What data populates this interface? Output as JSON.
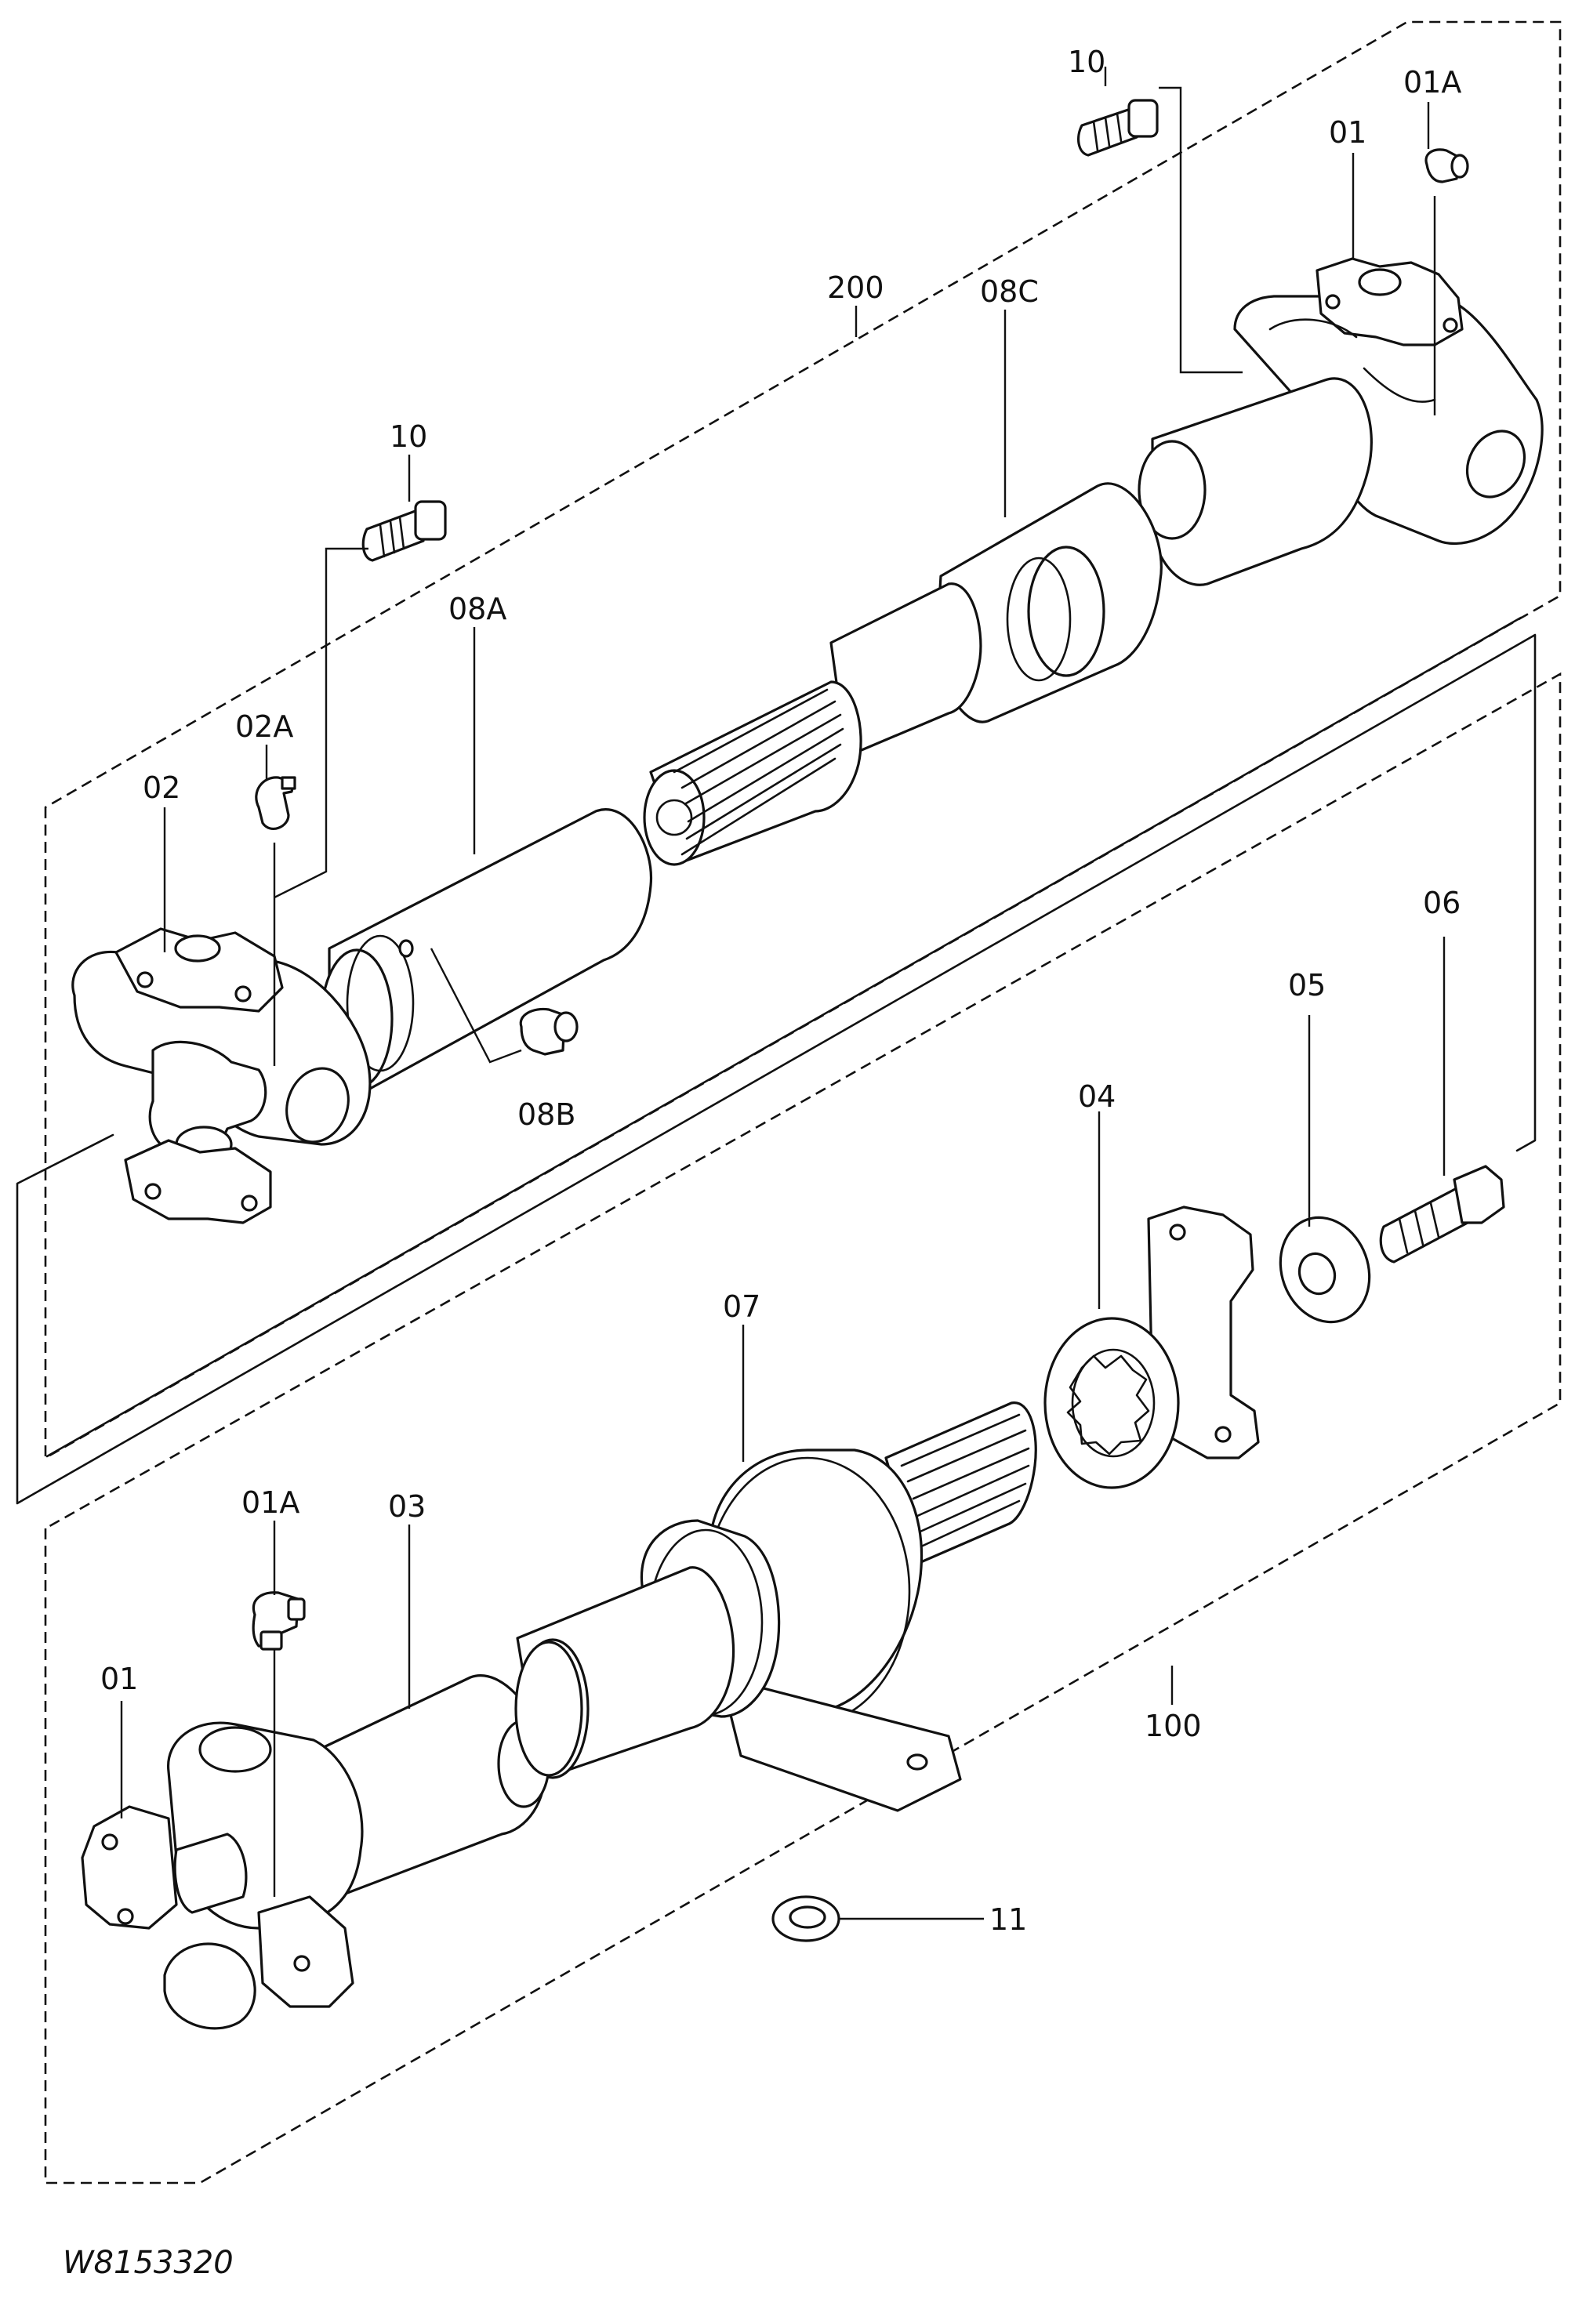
{
  "figure_code": "W8153320",
  "callouts": {
    "c10_top": "10",
    "c01A_top": "01A",
    "c01_top": "01",
    "c200": "200",
    "c08C": "08C",
    "c10_mid": "10",
    "c08A": "08A",
    "c02A": "02A",
    "c02": "02",
    "c08B": "08B",
    "c06": "06",
    "c05": "05",
    "c04": "04",
    "c07": "07",
    "c01A_bottom": "01A",
    "c03": "03",
    "c01_bottom": "01",
    "c100": "100",
    "c11": "11"
  },
  "icons": [
    "grease-nipple-icon",
    "bolt-icon",
    "universal-joint-icon",
    "spline-shaft-icon"
  ]
}
